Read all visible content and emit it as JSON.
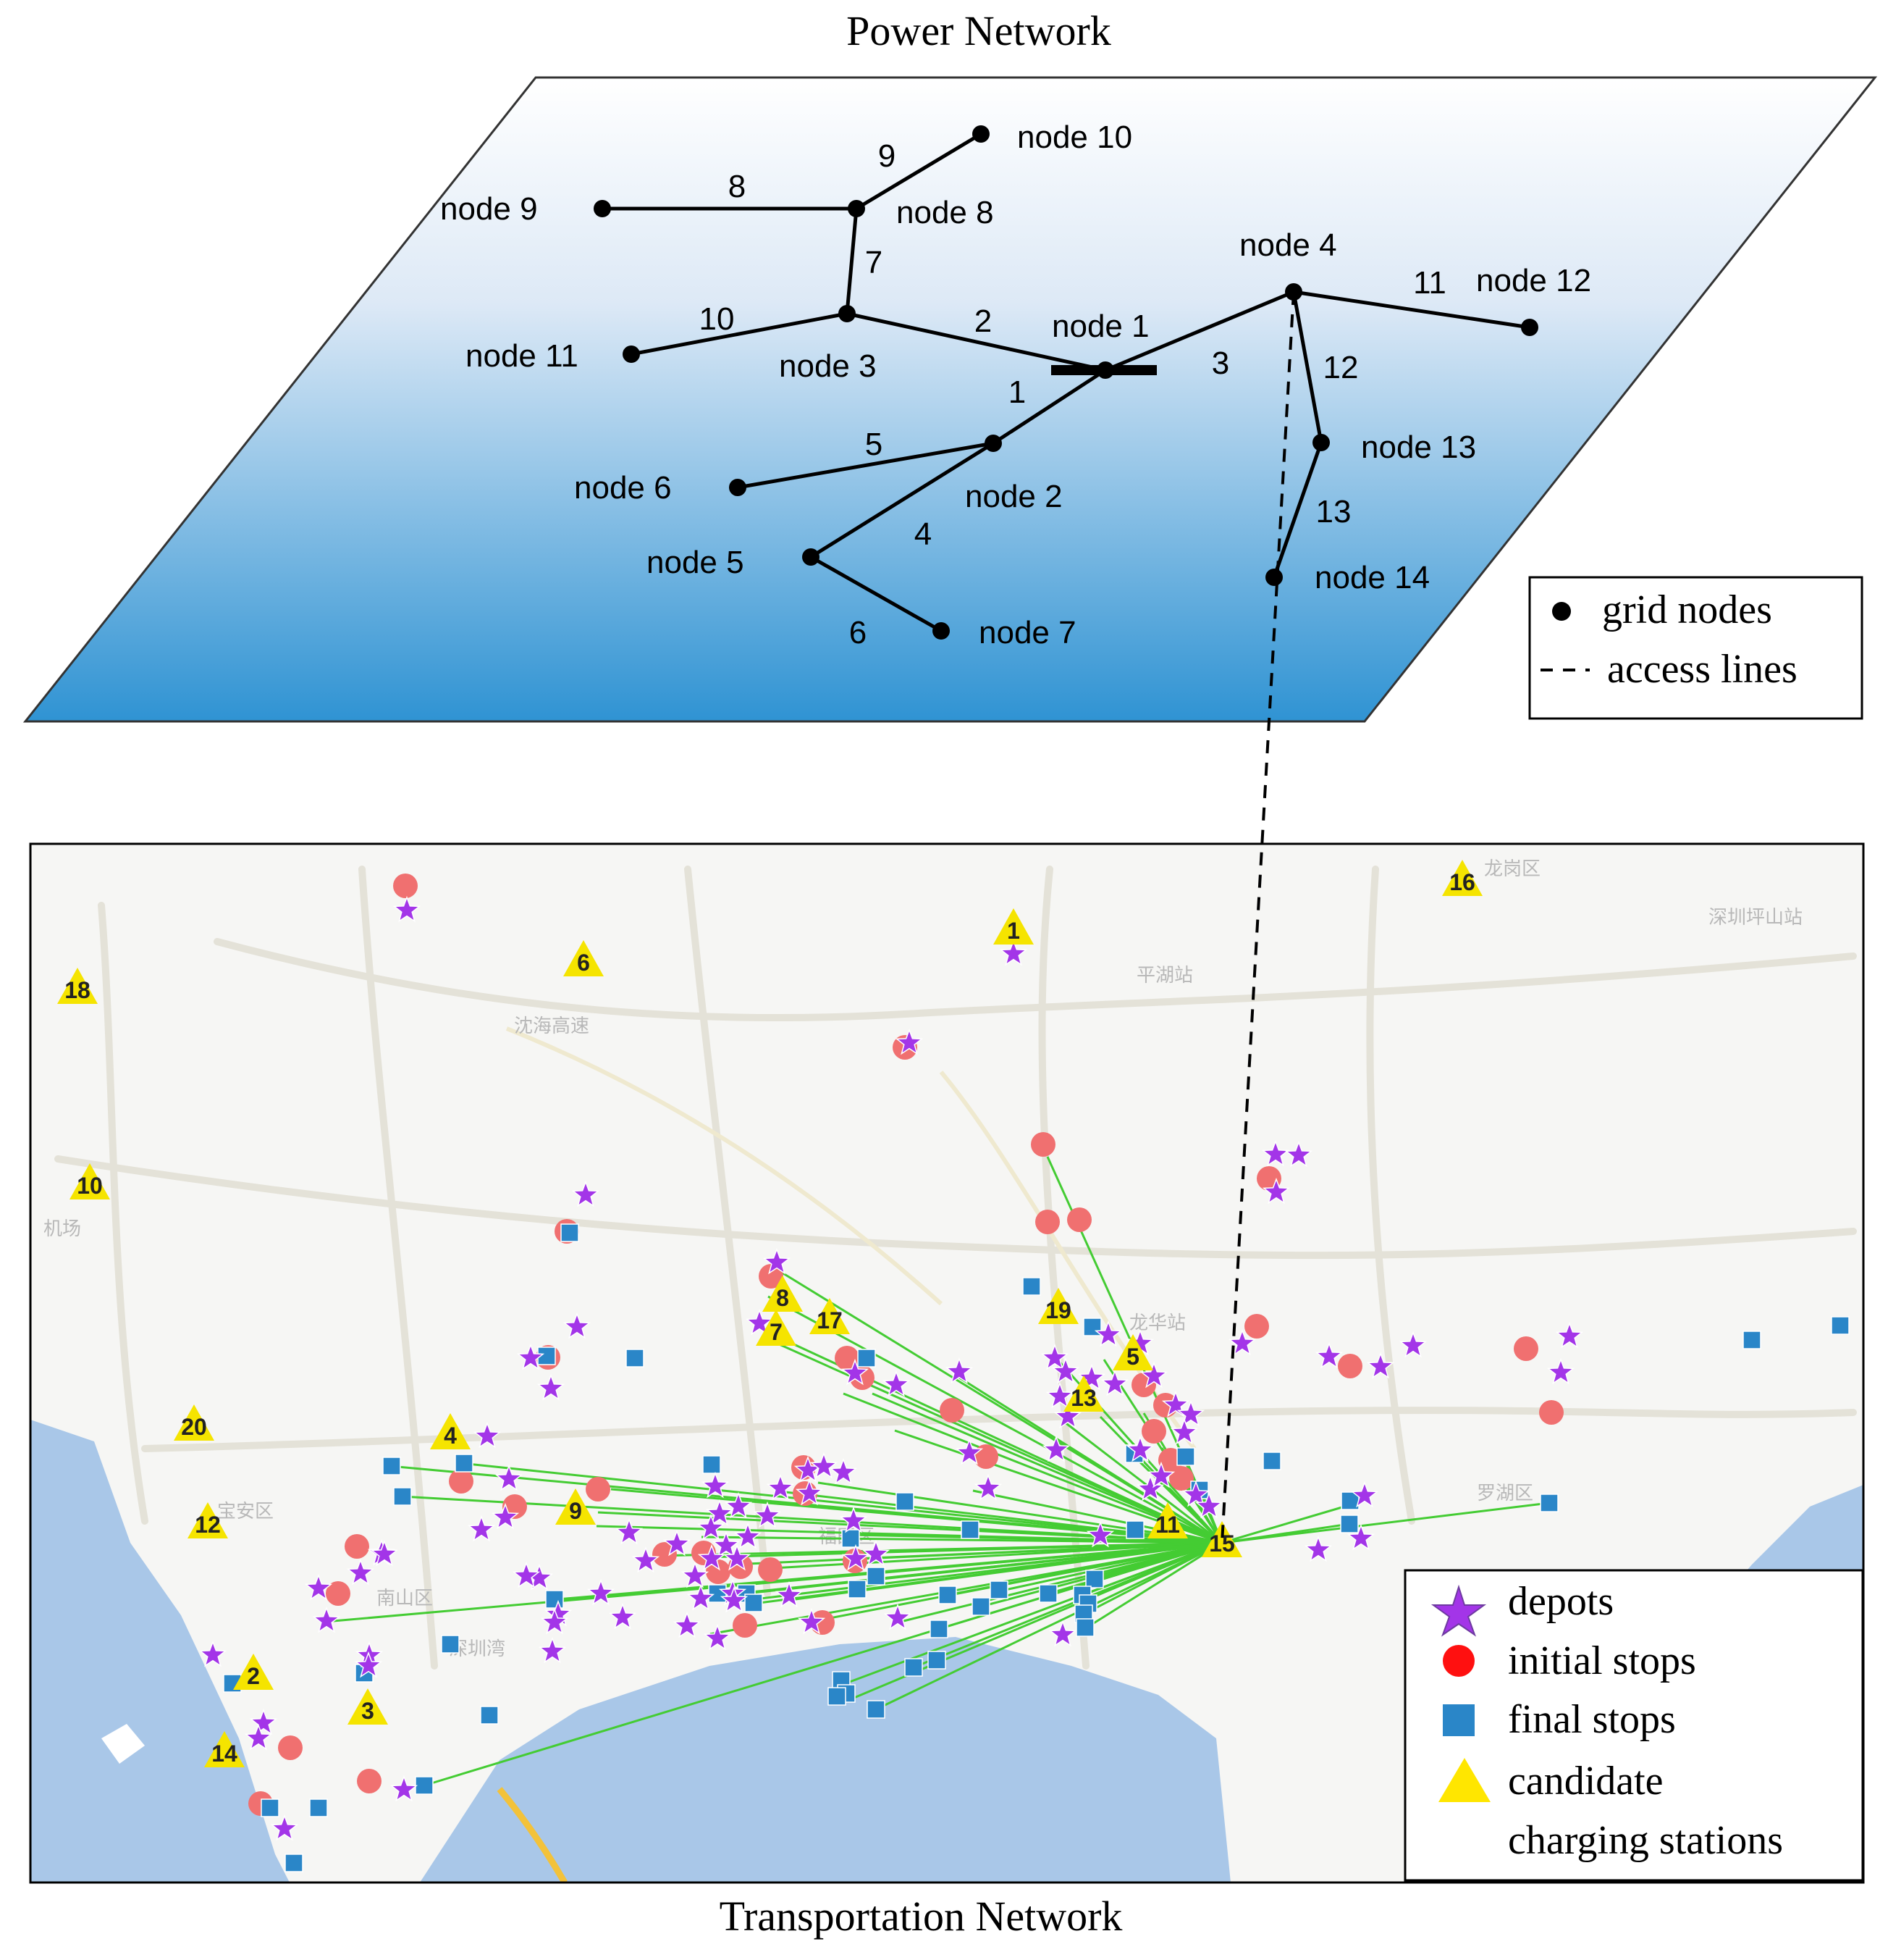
{
  "titles": {
    "power": "Power Network",
    "transport": "Transportation Network"
  },
  "power_network": {
    "nodes": [
      {
        "id": 1,
        "label": "node  1"
      },
      {
        "id": 2,
        "label": "node  2"
      },
      {
        "id": 3,
        "label": "node  3"
      },
      {
        "id": 4,
        "label": "node  4"
      },
      {
        "id": 5,
        "label": "node  5"
      },
      {
        "id": 6,
        "label": "node  6"
      },
      {
        "id": 7,
        "label": "node  7"
      },
      {
        "id": 8,
        "label": "node  8"
      },
      {
        "id": 9,
        "label": "node  9"
      },
      {
        "id": 10,
        "label": "node  10"
      },
      {
        "id": 11,
        "label": "node  11"
      },
      {
        "id": 12,
        "label": "node  12"
      },
      {
        "id": 13,
        "label": "node  13"
      },
      {
        "id": 14,
        "label": "node  14"
      }
    ],
    "branches": [
      {
        "label": "1",
        "from": 1,
        "to": 2
      },
      {
        "label": "2",
        "from": 1,
        "to": 3
      },
      {
        "label": "3",
        "from": 1,
        "to": 4
      },
      {
        "label": "4",
        "from": 2,
        "to": 5
      },
      {
        "label": "5",
        "from": 2,
        "to": 6
      },
      {
        "label": "6",
        "from": 5,
        "to": 7
      },
      {
        "label": "7",
        "from": 3,
        "to": 8
      },
      {
        "label": "8",
        "from": 8,
        "to": 9
      },
      {
        "label": "9",
        "from": 8,
        "to": 10
      },
      {
        "label": "10",
        "from": 3,
        "to": 11
      },
      {
        "label": "11",
        "from": 4,
        "to": 12
      },
      {
        "label": "12",
        "from": 4,
        "to": 13
      },
      {
        "label": "13",
        "from": 13,
        "to": 14
      }
    ],
    "access_line": {
      "grid_node": 4,
      "station": "15"
    },
    "legend": [
      {
        "symbol": "dot",
        "label": "grid nodes"
      },
      {
        "symbol": "dash",
        "label": "access lines"
      }
    ]
  },
  "transport_network": {
    "stations": [
      "1",
      "2",
      "3",
      "4",
      "5",
      "6",
      "7",
      "8",
      "9",
      "10",
      "11",
      "12",
      "13",
      "14",
      "15",
      "16",
      "17",
      "18",
      "19",
      "20"
    ],
    "active_station": "15",
    "map_labels": [
      "宝安区",
      "南山区",
      "福田区",
      "罗湖区",
      "龙岗区",
      "平湖站",
      "龙华站",
      "深圳坪山站",
      "沈海高速",
      "机场",
      "深圳湾"
    ],
    "legend": [
      {
        "symbol": "star",
        "label": "depots"
      },
      {
        "symbol": "circle",
        "label": "initial stops"
      },
      {
        "symbol": "square",
        "label": "final stops"
      },
      {
        "symbol": "triangle",
        "label": "candidate"
      },
      {
        "symbol": "none",
        "label": "charging stations"
      }
    ]
  },
  "colors": {
    "depot": "#a335e8",
    "initial_stop": "#f07070",
    "final_stop": "#2a86c8",
    "candidate": "#f5e400",
    "route_line": "#44cc33",
    "water": "#a9c7e8",
    "plane_top": "#ffffff",
    "plane_bottom": "#2f93d3"
  }
}
